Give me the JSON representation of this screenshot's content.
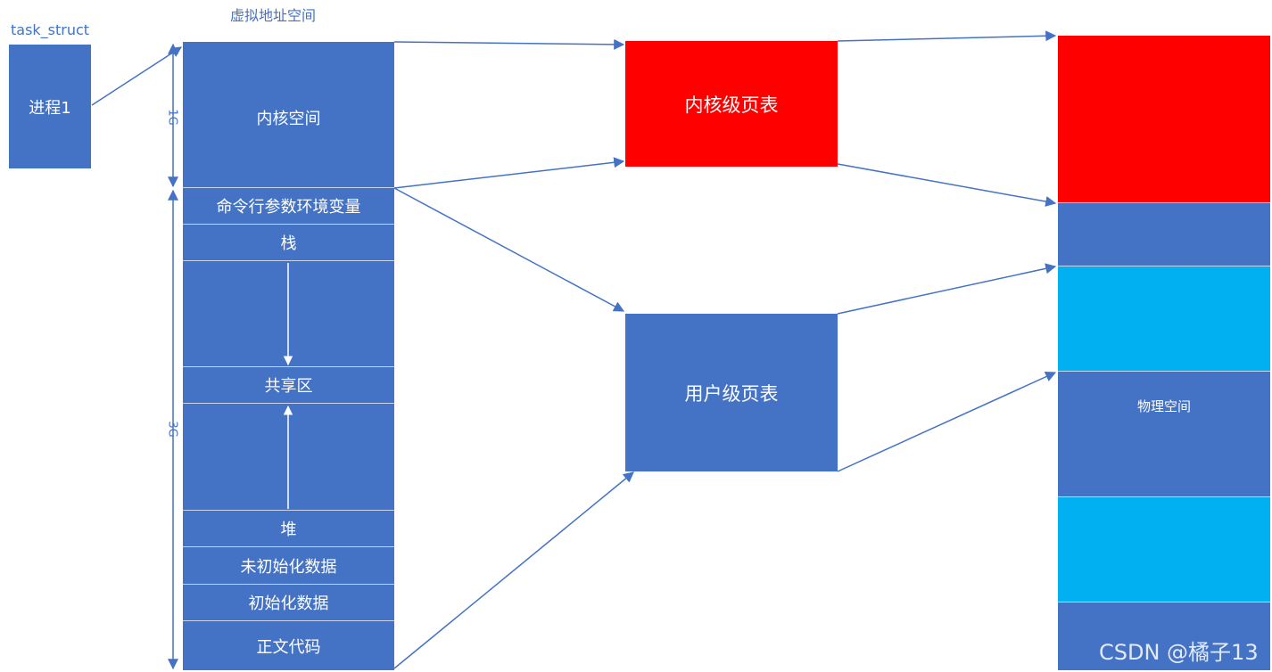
{
  "title_virtual": "虚拟地址空间",
  "task_struct_label": "task_struct",
  "process_label": "进程1",
  "virtual_segments": {
    "kernel": "内核空间",
    "args_env": "命令行参数环境变量",
    "stack": "栈",
    "shared": "共享区",
    "heap": "堆",
    "bss": "未初始化数据",
    "data": "初始化数据",
    "text": "正文代码"
  },
  "sizes": {
    "kernel": "1G",
    "user": "3G"
  },
  "page_tables": {
    "kernel": "内核级页表",
    "user": "用户级页表"
  },
  "physical_label": "物理空间",
  "watermark": "CSDN @橘子13",
  "colors": {
    "blue": "#4472c4",
    "red": "#ff0000",
    "cyan": "#00b0f0"
  }
}
